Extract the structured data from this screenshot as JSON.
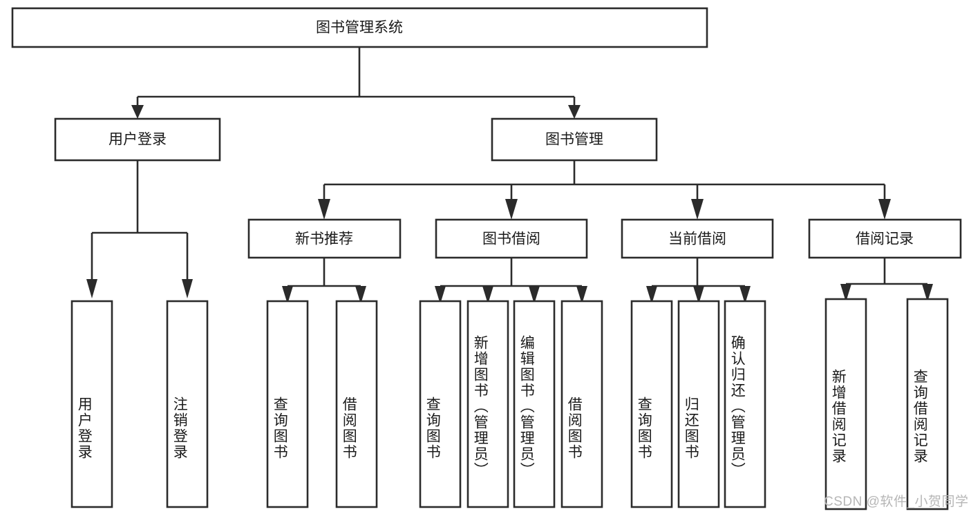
{
  "diagram": {
    "type": "tree-hierarchy-chart",
    "title": "图书管理系统",
    "levels": 4,
    "colors": {
      "box_fill": "#ffffff",
      "box_stroke": "#2b2b2b",
      "text": "#1a1a1a",
      "background": "#ffffff",
      "watermark": "#b6b6b6"
    },
    "root": {
      "label": "图书管理系统"
    },
    "level2": [
      {
        "id": "user-login",
        "label": "用户登录"
      },
      {
        "id": "book-management",
        "label": "图书管理"
      }
    ],
    "level3": [
      {
        "id": "new-book-recommend",
        "label": "新书推荐",
        "parent": "book-management"
      },
      {
        "id": "book-borrow",
        "label": "图书借阅",
        "parent": "book-management"
      },
      {
        "id": "current-borrow",
        "label": "当前借阅",
        "parent": "book-management"
      },
      {
        "id": "borrow-record",
        "label": "借阅记录",
        "parent": "book-management"
      }
    ],
    "leaves": {
      "user_login": [
        {
          "id": "leaf-user-login",
          "label": "用户登录"
        },
        {
          "id": "leaf-logout-login",
          "label": "注销登录"
        }
      ],
      "new_book_recommend": [
        {
          "id": "leaf-query-book-1",
          "label": "查询图书"
        },
        {
          "id": "leaf-borrow-book-1",
          "label": "借阅图书"
        }
      ],
      "book_borrow": [
        {
          "id": "leaf-query-book-2",
          "label": "查询图书"
        },
        {
          "id": "leaf-add-book",
          "label": "新增图书（管理员）"
        },
        {
          "id": "leaf-edit-book",
          "label": "编辑图书（管理员）"
        },
        {
          "id": "leaf-borrow-book-2",
          "label": "借阅图书"
        }
      ],
      "current_borrow": [
        {
          "id": "leaf-query-book-3",
          "label": "查询图书"
        },
        {
          "id": "leaf-return-book",
          "label": "归还图书"
        },
        {
          "id": "leaf-confirm-return",
          "label": "确认归还（管理员）"
        }
      ],
      "borrow_record": [
        {
          "id": "leaf-add-record",
          "label": "新增借阅记录"
        },
        {
          "id": "leaf-query-record",
          "label": "查询借阅记录"
        }
      ]
    }
  },
  "watermark": {
    "text": "CSDN @软件_小贺同学"
  }
}
